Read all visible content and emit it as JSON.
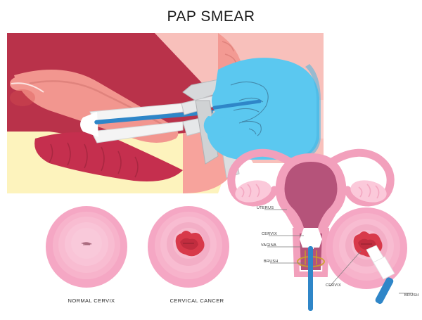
{
  "title": "PAP SMEAR",
  "captions": {
    "normal_cervix": "NORMAL CERVIX",
    "cervical_cancer": "CERVICAL CANCER"
  },
  "diagram_labels": {
    "uterus": "UTERUS",
    "cervix": "CERVIX",
    "vagina": "VAGINA",
    "brush": "BRUSH",
    "cervix_closeup": "CERVIX",
    "brush_closeup": "BRUSH"
  },
  "colors": {
    "background": "#ffffff",
    "title_text": "#1a1a1a",
    "label_text": "#303030",
    "bladder_dark_red": "#b9324a",
    "fat_cream": "#fdf3bd",
    "uterus_salmon": "#f2968f",
    "rectum_crimson": "#c52f4e",
    "skin_pink": "#f8c0bb",
    "skin_pink_light": "#fbd0cb",
    "glove_blue": "#5bc8f0",
    "glove_blue_dark": "#49b5e0",
    "speculum_white": "#f4f4f4",
    "speculum_gray": "#c9cbcd",
    "brush_rod_blue": "#2f86c8",
    "cervix_pink_outer": "#f5a7c4",
    "cervix_pink_mid": "#f6b7cd",
    "cervix_pink_inner": "#f8bfd2",
    "cervix_pink_core": "#f9c7d6",
    "lesion_red": "#d8394a",
    "lesion_red_dark": "#b92a3c",
    "uterus_wall_pink": "#f2a0bc",
    "uterus_cavity_mauve": "#b5537a",
    "brush_head_white": "#ffffff",
    "leader_line": "#7a7a7a"
  },
  "chart_data": {
    "type": "diagram",
    "subject": "Pap smear procedure illustration",
    "panels": [
      {
        "name": "sagittal-pelvic-view",
        "description": "Side cross-section of female pelvis with speculum and sampling brush inserted through vagina to cervix, held by a blue-gloved hand"
      },
      {
        "name": "uterus-frontal-view",
        "description": "Front cross-section of uterus with fallopian tubes and ovaries, brush inserted through vagina to cervix",
        "labels": [
          "UTERUS",
          "CERVIX",
          "VAGINA",
          "BRUSH"
        ]
      },
      {
        "name": "normal-cervix-circle",
        "description": "Concentric pink rings with small slit-like cervical os at center",
        "caption": "NORMAL CERVIX"
      },
      {
        "name": "cervical-cancer-circle",
        "description": "Concentric pink rings with irregular red cancerous lesion at center",
        "caption": "CERVICAL CANCER"
      },
      {
        "name": "cervix-closeup-with-brush",
        "description": "Close-up of cervix with red lesion and white sampling brush on blue handle collecting cells",
        "labels": [
          "CERVIX",
          "BRUSH"
        ]
      }
    ]
  }
}
